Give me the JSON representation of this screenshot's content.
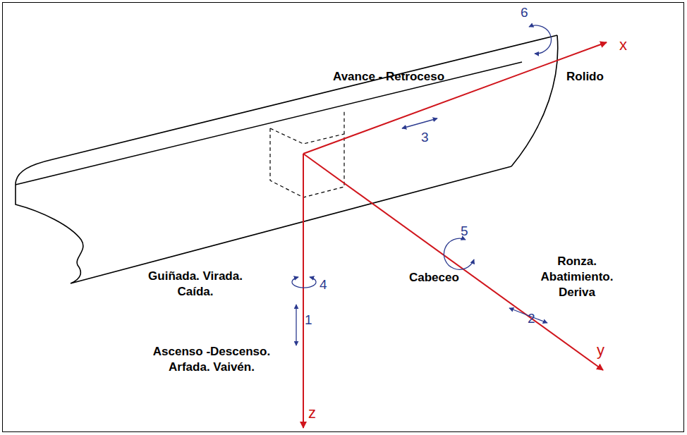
{
  "diagram": {
    "labels": [
      "Avance - Retroceso",
      "3",
      "6",
      "x",
      "Rolido",
      "5",
      "Cabeceo",
      "Ronza. Abatimiento. Deriva",
      "2",
      "y",
      "Guiñada. Virada. Caída.",
      "4",
      "1",
      "Ascenso -Descenso. Arfada. Vaivén.",
      "z"
    ]
  }
}
